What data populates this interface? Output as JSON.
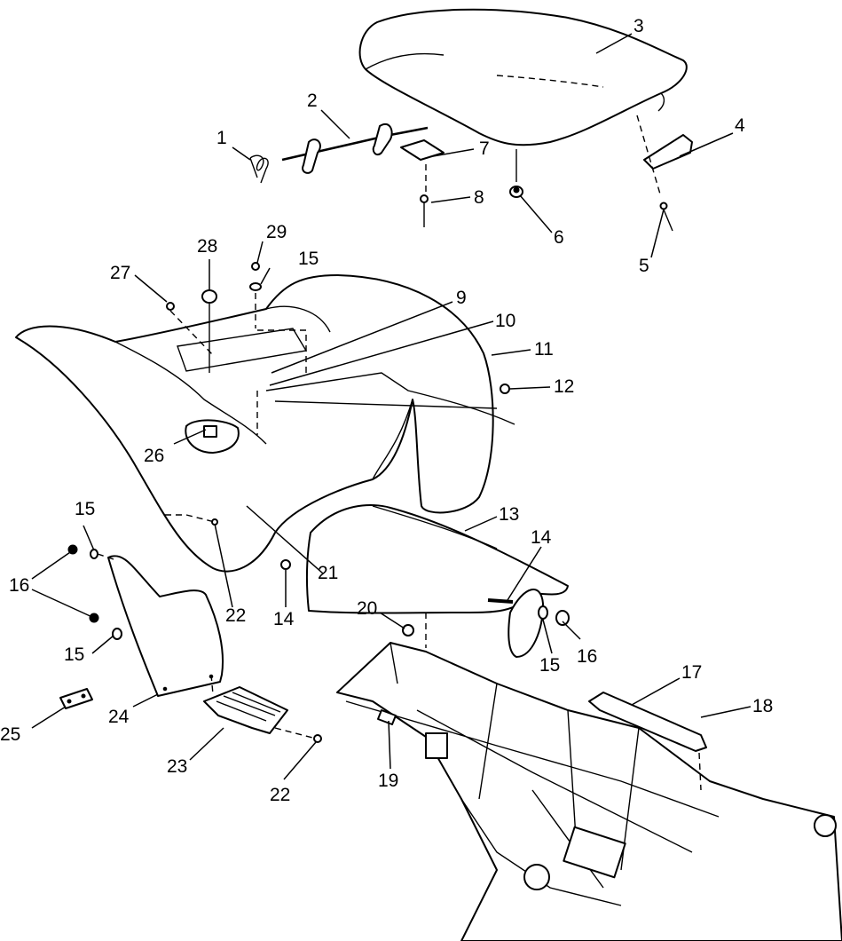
{
  "callouts": [
    {
      "id": "1",
      "label": "1"
    },
    {
      "id": "2",
      "label": "2"
    },
    {
      "id": "3",
      "label": "3"
    },
    {
      "id": "4",
      "label": "4"
    },
    {
      "id": "5",
      "label": "5"
    },
    {
      "id": "6",
      "label": "6"
    },
    {
      "id": "7",
      "label": "7"
    },
    {
      "id": "8",
      "label": "8"
    },
    {
      "id": "9",
      "label": "9"
    },
    {
      "id": "10",
      "label": "10"
    },
    {
      "id": "11",
      "label": "11"
    },
    {
      "id": "12",
      "label": "12"
    },
    {
      "id": "13",
      "label": "13"
    },
    {
      "id": "14a",
      "label": "14"
    },
    {
      "id": "14b",
      "label": "14"
    },
    {
      "id": "15a",
      "label": "15"
    },
    {
      "id": "15b",
      "label": "15"
    },
    {
      "id": "15c",
      "label": "15"
    },
    {
      "id": "15d",
      "label": "15"
    },
    {
      "id": "16a",
      "label": "16"
    },
    {
      "id": "16b",
      "label": "16"
    },
    {
      "id": "17",
      "label": "17"
    },
    {
      "id": "18",
      "label": "18"
    },
    {
      "id": "19",
      "label": "19"
    },
    {
      "id": "20",
      "label": "20"
    },
    {
      "id": "21",
      "label": "21"
    },
    {
      "id": "22a",
      "label": "22"
    },
    {
      "id": "22b",
      "label": "22"
    },
    {
      "id": "23",
      "label": "23"
    },
    {
      "id": "24",
      "label": "24"
    },
    {
      "id": "25",
      "label": "25"
    },
    {
      "id": "26",
      "label": "26"
    },
    {
      "id": "27",
      "label": "27"
    },
    {
      "id": "28",
      "label": "28"
    },
    {
      "id": "29",
      "label": "29"
    }
  ]
}
